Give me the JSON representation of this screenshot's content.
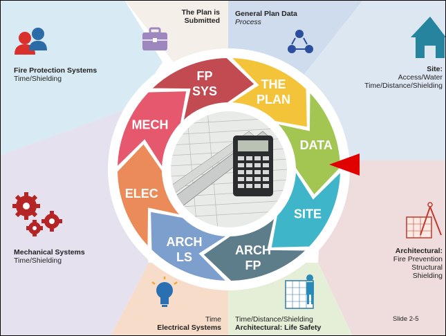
{
  "segments": [
    {
      "id": "the-plan",
      "line1": "THE",
      "line2": "PLAN",
      "color": "#f3c43a"
    },
    {
      "id": "data",
      "line1": "DATA",
      "line2": "",
      "color": "#a2c651"
    },
    {
      "id": "site",
      "line1": "SITE",
      "line2": "",
      "color": "#3fb5c9"
    },
    {
      "id": "arch-fp",
      "line1": "ARCH",
      "line2": "FP",
      "color": "#5c7d89"
    },
    {
      "id": "arch-ls",
      "line1": "ARCH",
      "line2": "LS",
      "color": "#7d9fcd"
    },
    {
      "id": "elec",
      "line1": "ELEC",
      "line2": "",
      "color": "#ea8b59"
    },
    {
      "id": "mech",
      "line1": "MECH",
      "line2": "",
      "color": "#e6586d"
    },
    {
      "id": "fp-sys",
      "line1": "FP",
      "line2": "SYS",
      "color": "#c24b52"
    }
  ],
  "labels": {
    "plan_submitted": {
      "line1": "The Plan is",
      "line2": "Submitted"
    },
    "general_plan": {
      "title": "General Plan Data",
      "subtitle": "Process"
    },
    "site": {
      "title": "Site:",
      "line2": "Access/Water",
      "line3": "Time/Distance/Shielding"
    },
    "fire_protection": {
      "title": "Fire Protection Systems",
      "subtitle": "Time/Shielding"
    },
    "mechanical": {
      "title": "Mechanical Systems",
      "subtitle": "Time/Shielding"
    },
    "architectural": {
      "title": "Architectural:",
      "line2": "Fire Prevention",
      "line3": "Structural",
      "line4": "Shielding"
    },
    "electrical": {
      "line1": "Time",
      "title": "Electrical Systems"
    },
    "life_safety": {
      "line1": "Time/Distance/Shielding",
      "title": "Architectural: Life Safety"
    }
  },
  "slide_number": "Slide 2-5",
  "colors": {
    "pointer": "#e10000",
    "sector_top": "#f5efe9",
    "sector_top_right": "#cedcee",
    "sector_right": "#dde7f2",
    "sector_left_top": "#d8eaf3",
    "sector_left_bottom": "#e5e1ee",
    "sector_right_bottom": "#efdcdd",
    "sector_bottom_left": "#f7dcc9",
    "sector_bottom_right": "#e5efd8"
  },
  "icons": [
    "people-icon",
    "briefcase-icon",
    "network-icon",
    "house-icon",
    "gears-icon",
    "lightbulb-icon",
    "blueprint-person-icon",
    "blueprint-compass-icon",
    "calculator-photo"
  ]
}
